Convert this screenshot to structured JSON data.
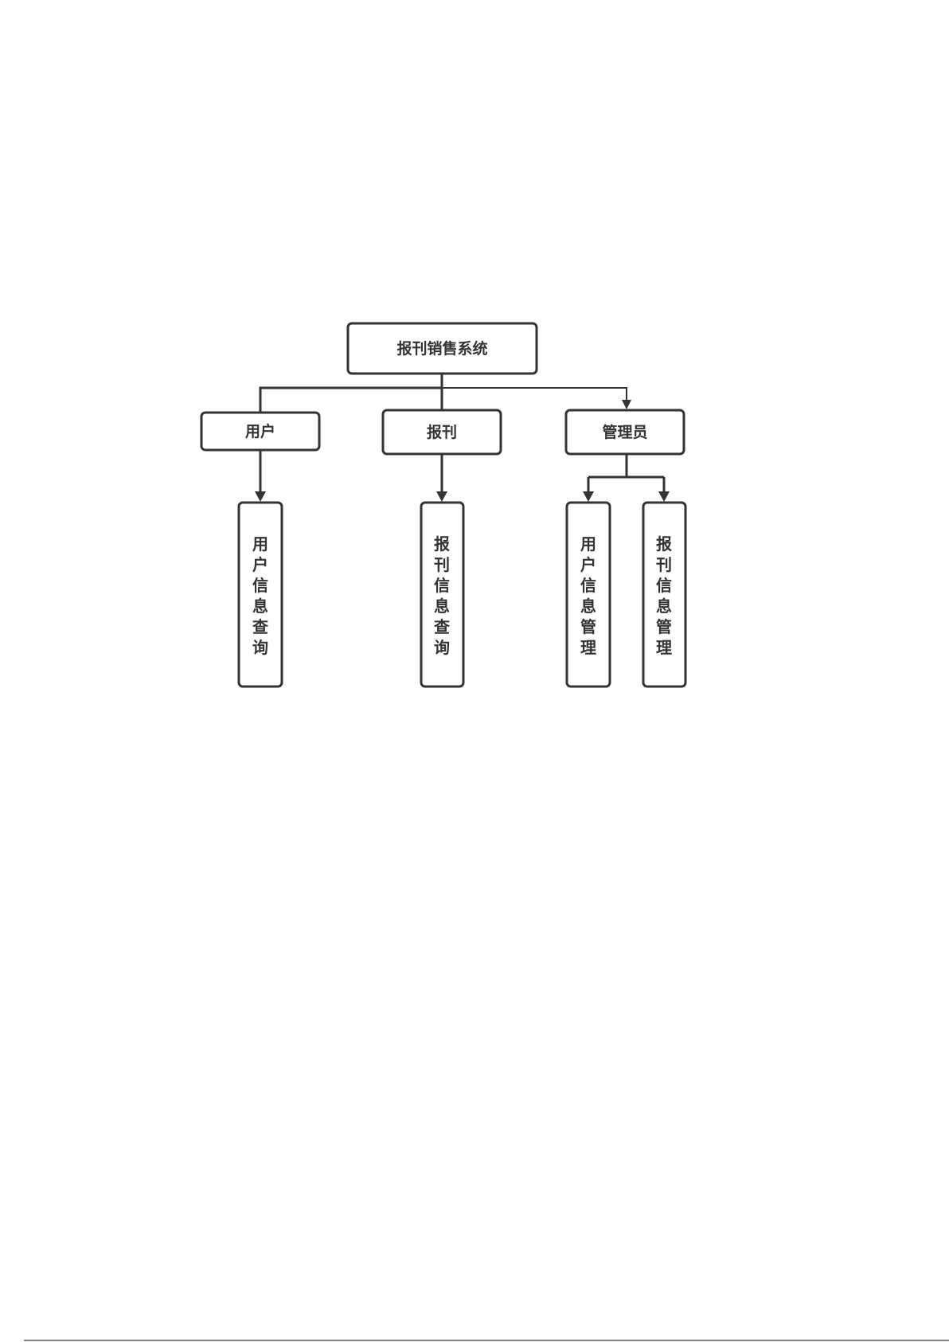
{
  "diagram": {
    "root": "报刊销售系统",
    "level1": [
      "用户",
      "报刊",
      "管理员"
    ],
    "leaves": [
      "用户信息查询",
      "报刊信息查询",
      "用户信息管理",
      "报刊信息管理"
    ]
  },
  "colors": {
    "stroke": "#333333",
    "background": "#ffffff"
  }
}
